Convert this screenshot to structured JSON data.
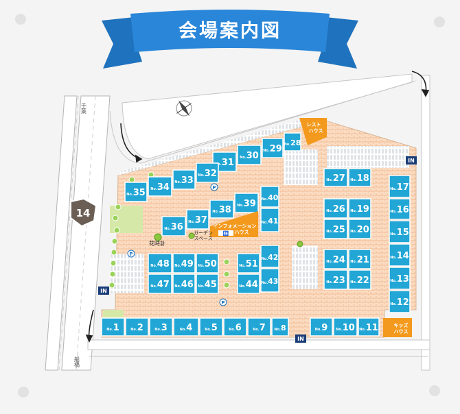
{
  "banner": {
    "title": "会場案内図",
    "color": "#2a86d8"
  },
  "colors": {
    "house": "#21a6d5",
    "house_text": "#ffffff",
    "facility": "#f39a1e",
    "pave": "#f7caa6",
    "grass": "#d6e8a8"
  },
  "labels": {
    "highway": "14",
    "toward_north": "千葉",
    "toward_south": "船橋",
    "entrance": "IN",
    "parking": "P",
    "flower_clock": "花時計",
    "garden_space": "ガーデン\nスペース",
    "information_house": "インフォメーション\nハウス",
    "rest_house": "レスト\nハウス",
    "kids_house": "キッズ\nハウス",
    "no_prefix": "No."
  },
  "houses": [
    {
      "n": "1"
    },
    {
      "n": "2"
    },
    {
      "n": "3"
    },
    {
      "n": "4"
    },
    {
      "n": "5"
    },
    {
      "n": "6"
    },
    {
      "n": "7"
    },
    {
      "n": "8"
    },
    {
      "n": "9"
    },
    {
      "n": "10"
    },
    {
      "n": "11"
    },
    {
      "n": "12"
    },
    {
      "n": "13"
    },
    {
      "n": "14"
    },
    {
      "n": "15"
    },
    {
      "n": "16"
    },
    {
      "n": "17"
    },
    {
      "n": "18"
    },
    {
      "n": "19"
    },
    {
      "n": "20"
    },
    {
      "n": "21"
    },
    {
      "n": "22"
    },
    {
      "n": "23"
    },
    {
      "n": "24"
    },
    {
      "n": "25"
    },
    {
      "n": "26"
    },
    {
      "n": "27"
    },
    {
      "n": "28"
    },
    {
      "n": "29"
    },
    {
      "n": "30"
    },
    {
      "n": "31"
    },
    {
      "n": "32"
    },
    {
      "n": "33"
    },
    {
      "n": "34"
    },
    {
      "n": "35"
    },
    {
      "n": "36"
    },
    {
      "n": "37"
    },
    {
      "n": "38"
    },
    {
      "n": "39"
    },
    {
      "n": "40"
    },
    {
      "n": "41"
    },
    {
      "n": "42"
    },
    {
      "n": "43"
    },
    {
      "n": "44"
    },
    {
      "n": "45"
    },
    {
      "n": "46"
    },
    {
      "n": "47"
    },
    {
      "n": "48"
    },
    {
      "n": "49"
    },
    {
      "n": "50"
    },
    {
      "n": "51"
    }
  ]
}
